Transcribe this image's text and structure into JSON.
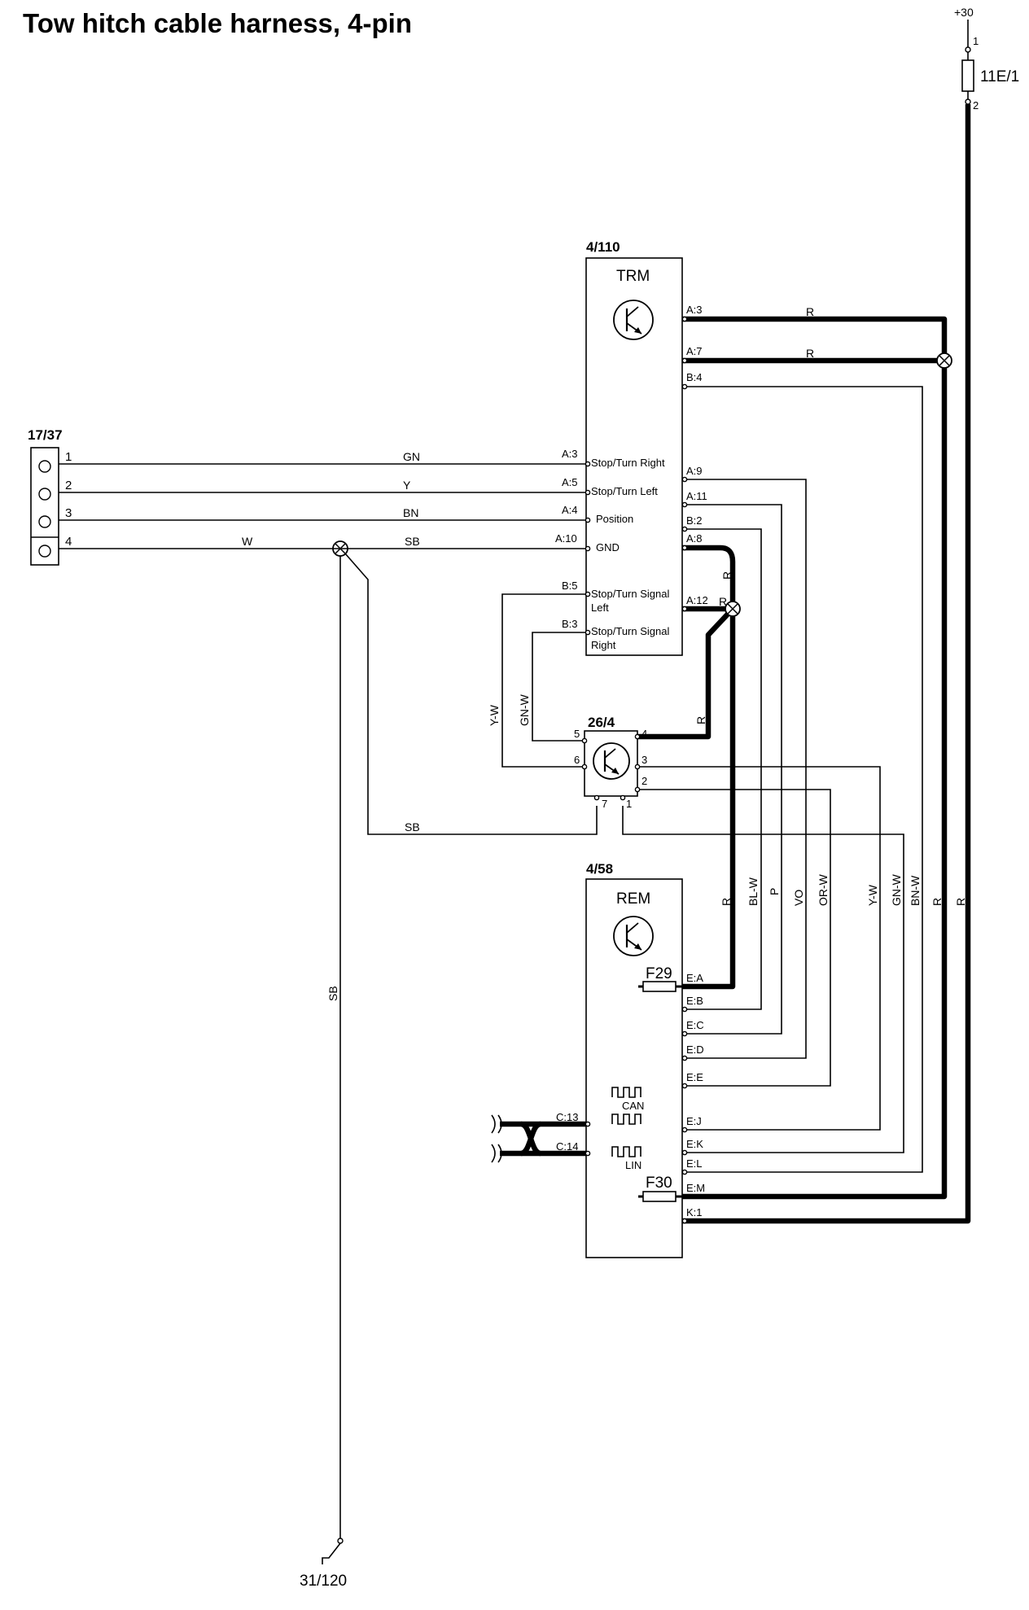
{
  "title": "Tow hitch cable harness, 4-pin",
  "supply": {
    "label": "+30",
    "pin1": "1",
    "pin2": "2",
    "fuse": "11E/1"
  },
  "ground": {
    "label": "31/120"
  },
  "connector_17_37": {
    "id": "17/37",
    "pins": [
      "1",
      "2",
      "3",
      "4"
    ]
  },
  "trm": {
    "id": "4/110",
    "name": "TRM",
    "left_pins": [
      "A:3",
      "A:5",
      "A:4",
      "A:10",
      "B:5",
      "B:3"
    ],
    "left_functions": [
      "Stop/Turn Right",
      "Stop/Turn Left",
      "Position",
      "GND",
      "Stop/Turn Signal",
      "Left",
      "Stop/Turn Signal",
      "Right"
    ],
    "right_pins": [
      "A:3",
      "A:7",
      "B:4",
      "A:9",
      "A:11",
      "B:2",
      "A:8",
      "A:12"
    ]
  },
  "relay_26_4": {
    "id": "26/4",
    "pins": [
      "5",
      "6",
      "4",
      "3",
      "2",
      "7",
      "1"
    ]
  },
  "rem": {
    "id": "4/58",
    "name": "REM",
    "fuses": [
      "F29",
      "F30"
    ],
    "right_pins": [
      "E:A",
      "E:B",
      "E:C",
      "E:D",
      "E:E",
      "E:J",
      "E:K",
      "E:L",
      "E:M",
      "K:1"
    ],
    "left_pins": [
      "C:13",
      "C:14"
    ],
    "bus_labels": [
      "CAN",
      "LIN"
    ]
  },
  "wire_colors": {
    "gn": "GN",
    "y": "Y",
    "bn": "BN",
    "w": "W",
    "sb": "SB",
    "r": "R",
    "yw": "Y-W",
    "gnw": "GN-W",
    "blw": "BL-W",
    "p": "P",
    "vo": "VO",
    "orw": "OR-W",
    "bnw": "BN-W"
  }
}
